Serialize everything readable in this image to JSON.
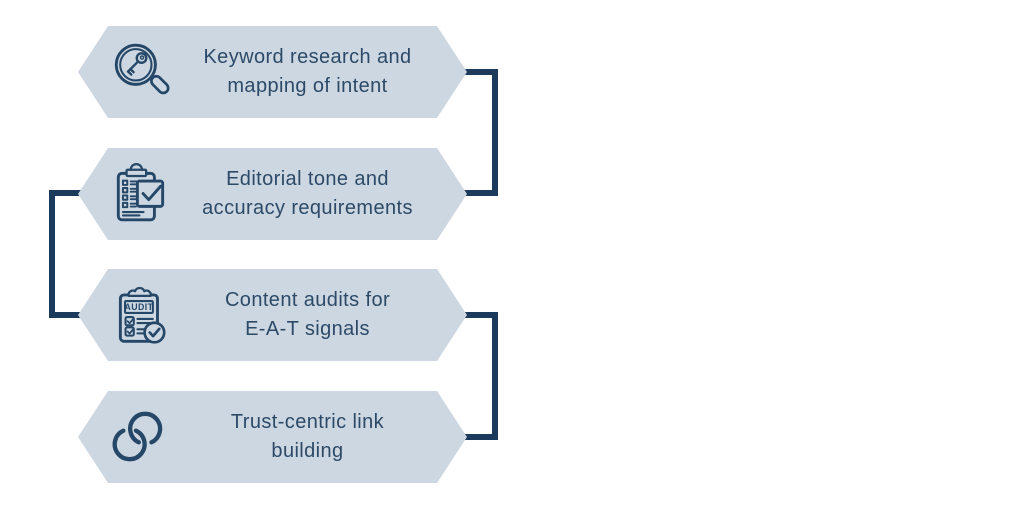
{
  "palette": {
    "background": "#ffffff",
    "banner_fill": "#cdd7e1",
    "text_color": "#2c4a68",
    "connector_color": "#1c3a5c",
    "icon_color": "#254768"
  },
  "steps": [
    {
      "id": "step-1",
      "line1": "Keyword research and",
      "line2": "mapping of intent",
      "icon": "magnifier-key-icon"
    },
    {
      "id": "step-2",
      "line1": "Editorial tone and",
      "line2": "accuracy requirements",
      "icon": "checklist-clipboard-icon"
    },
    {
      "id": "step-3",
      "line1": "Content audits for",
      "line2": "E-A-T signals",
      "icon": "audit-clipboard-icon"
    },
    {
      "id": "step-4",
      "line1": "Trust-centric link",
      "line2": "building",
      "icon": "chain-link-icon"
    }
  ],
  "icon_text": {
    "audit_label": "AUDIT"
  }
}
